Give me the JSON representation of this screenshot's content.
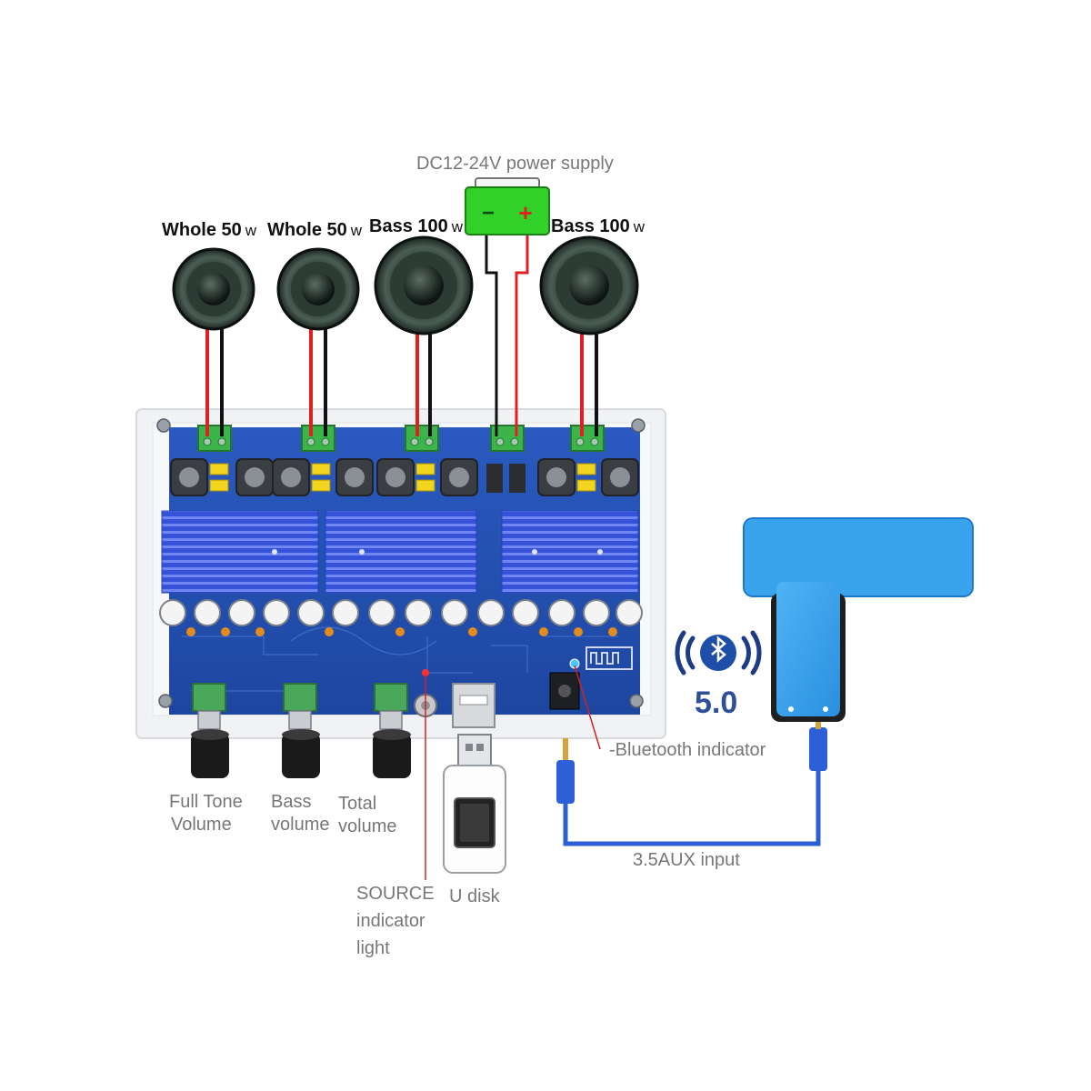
{
  "power": {
    "label": "DC12-24V power supply",
    "minus": "−",
    "plus": "+"
  },
  "speakers": [
    {
      "name": "Whole 50",
      "unit": "w"
    },
    {
      "name": "Whole 50",
      "unit": "w"
    },
    {
      "name": "Bass 100",
      "unit": "w"
    },
    {
      "name": "Bass 100",
      "unit": "w"
    }
  ],
  "knobs": [
    {
      "line1": "Full Tone",
      "line2": "Volume"
    },
    {
      "line1": "Bass",
      "line2": "volume"
    },
    {
      "line1": "Total",
      "line2": "volume"
    }
  ],
  "source": {
    "line1": "SOURCE",
    "line2": "indicator",
    "line3": "light"
  },
  "udisk": {
    "label": "U disk"
  },
  "bt_indicator": {
    "label": "-Bluetooth indicator"
  },
  "aux": {
    "label": "3.5AUX input"
  },
  "bluetooth": {
    "version": "5.0"
  },
  "colors": {
    "pcb": "#2554b8",
    "heatsink": "#3f63e8",
    "terminal": "#3bb54a",
    "battery": "#32d12a",
    "cable_red": "#e02020",
    "cable_black": "#111111",
    "aux_cable": "#2d5fd6",
    "phone": "#3aa3ee",
    "indicator_line": "#d22222"
  }
}
